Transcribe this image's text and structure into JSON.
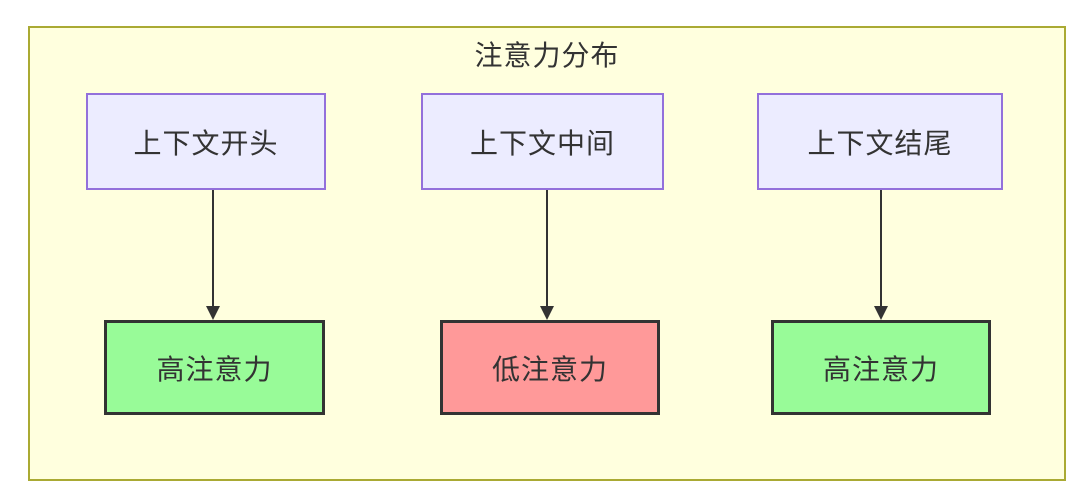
{
  "diagram": {
    "title": "注意力分布",
    "nodes": {
      "top": [
        {
          "label": "上下文开头"
        },
        {
          "label": "上下文中间"
        },
        {
          "label": "上下文结尾"
        }
      ],
      "bottom": [
        {
          "label": "高注意力",
          "level": "high"
        },
        {
          "label": "低注意力",
          "level": "low"
        },
        {
          "label": "高注意力",
          "level": "high"
        }
      ]
    },
    "edges": [
      {
        "from": "上下文开头",
        "to": "高注意力"
      },
      {
        "from": "上下文中间",
        "to": "低注意力"
      },
      {
        "from": "上下文结尾",
        "to": "高注意力"
      }
    ],
    "colors": {
      "cluster_fill": "#FFFFDE",
      "cluster_border": "#AAAA33",
      "node_fill": "#ECECFF",
      "node_border": "#9370DB",
      "high_attention_fill": "#98FB98",
      "low_attention_fill": "#FF9999",
      "emphasis_border": "#333333",
      "edge_color": "#333333",
      "text_color": "#333333"
    }
  }
}
